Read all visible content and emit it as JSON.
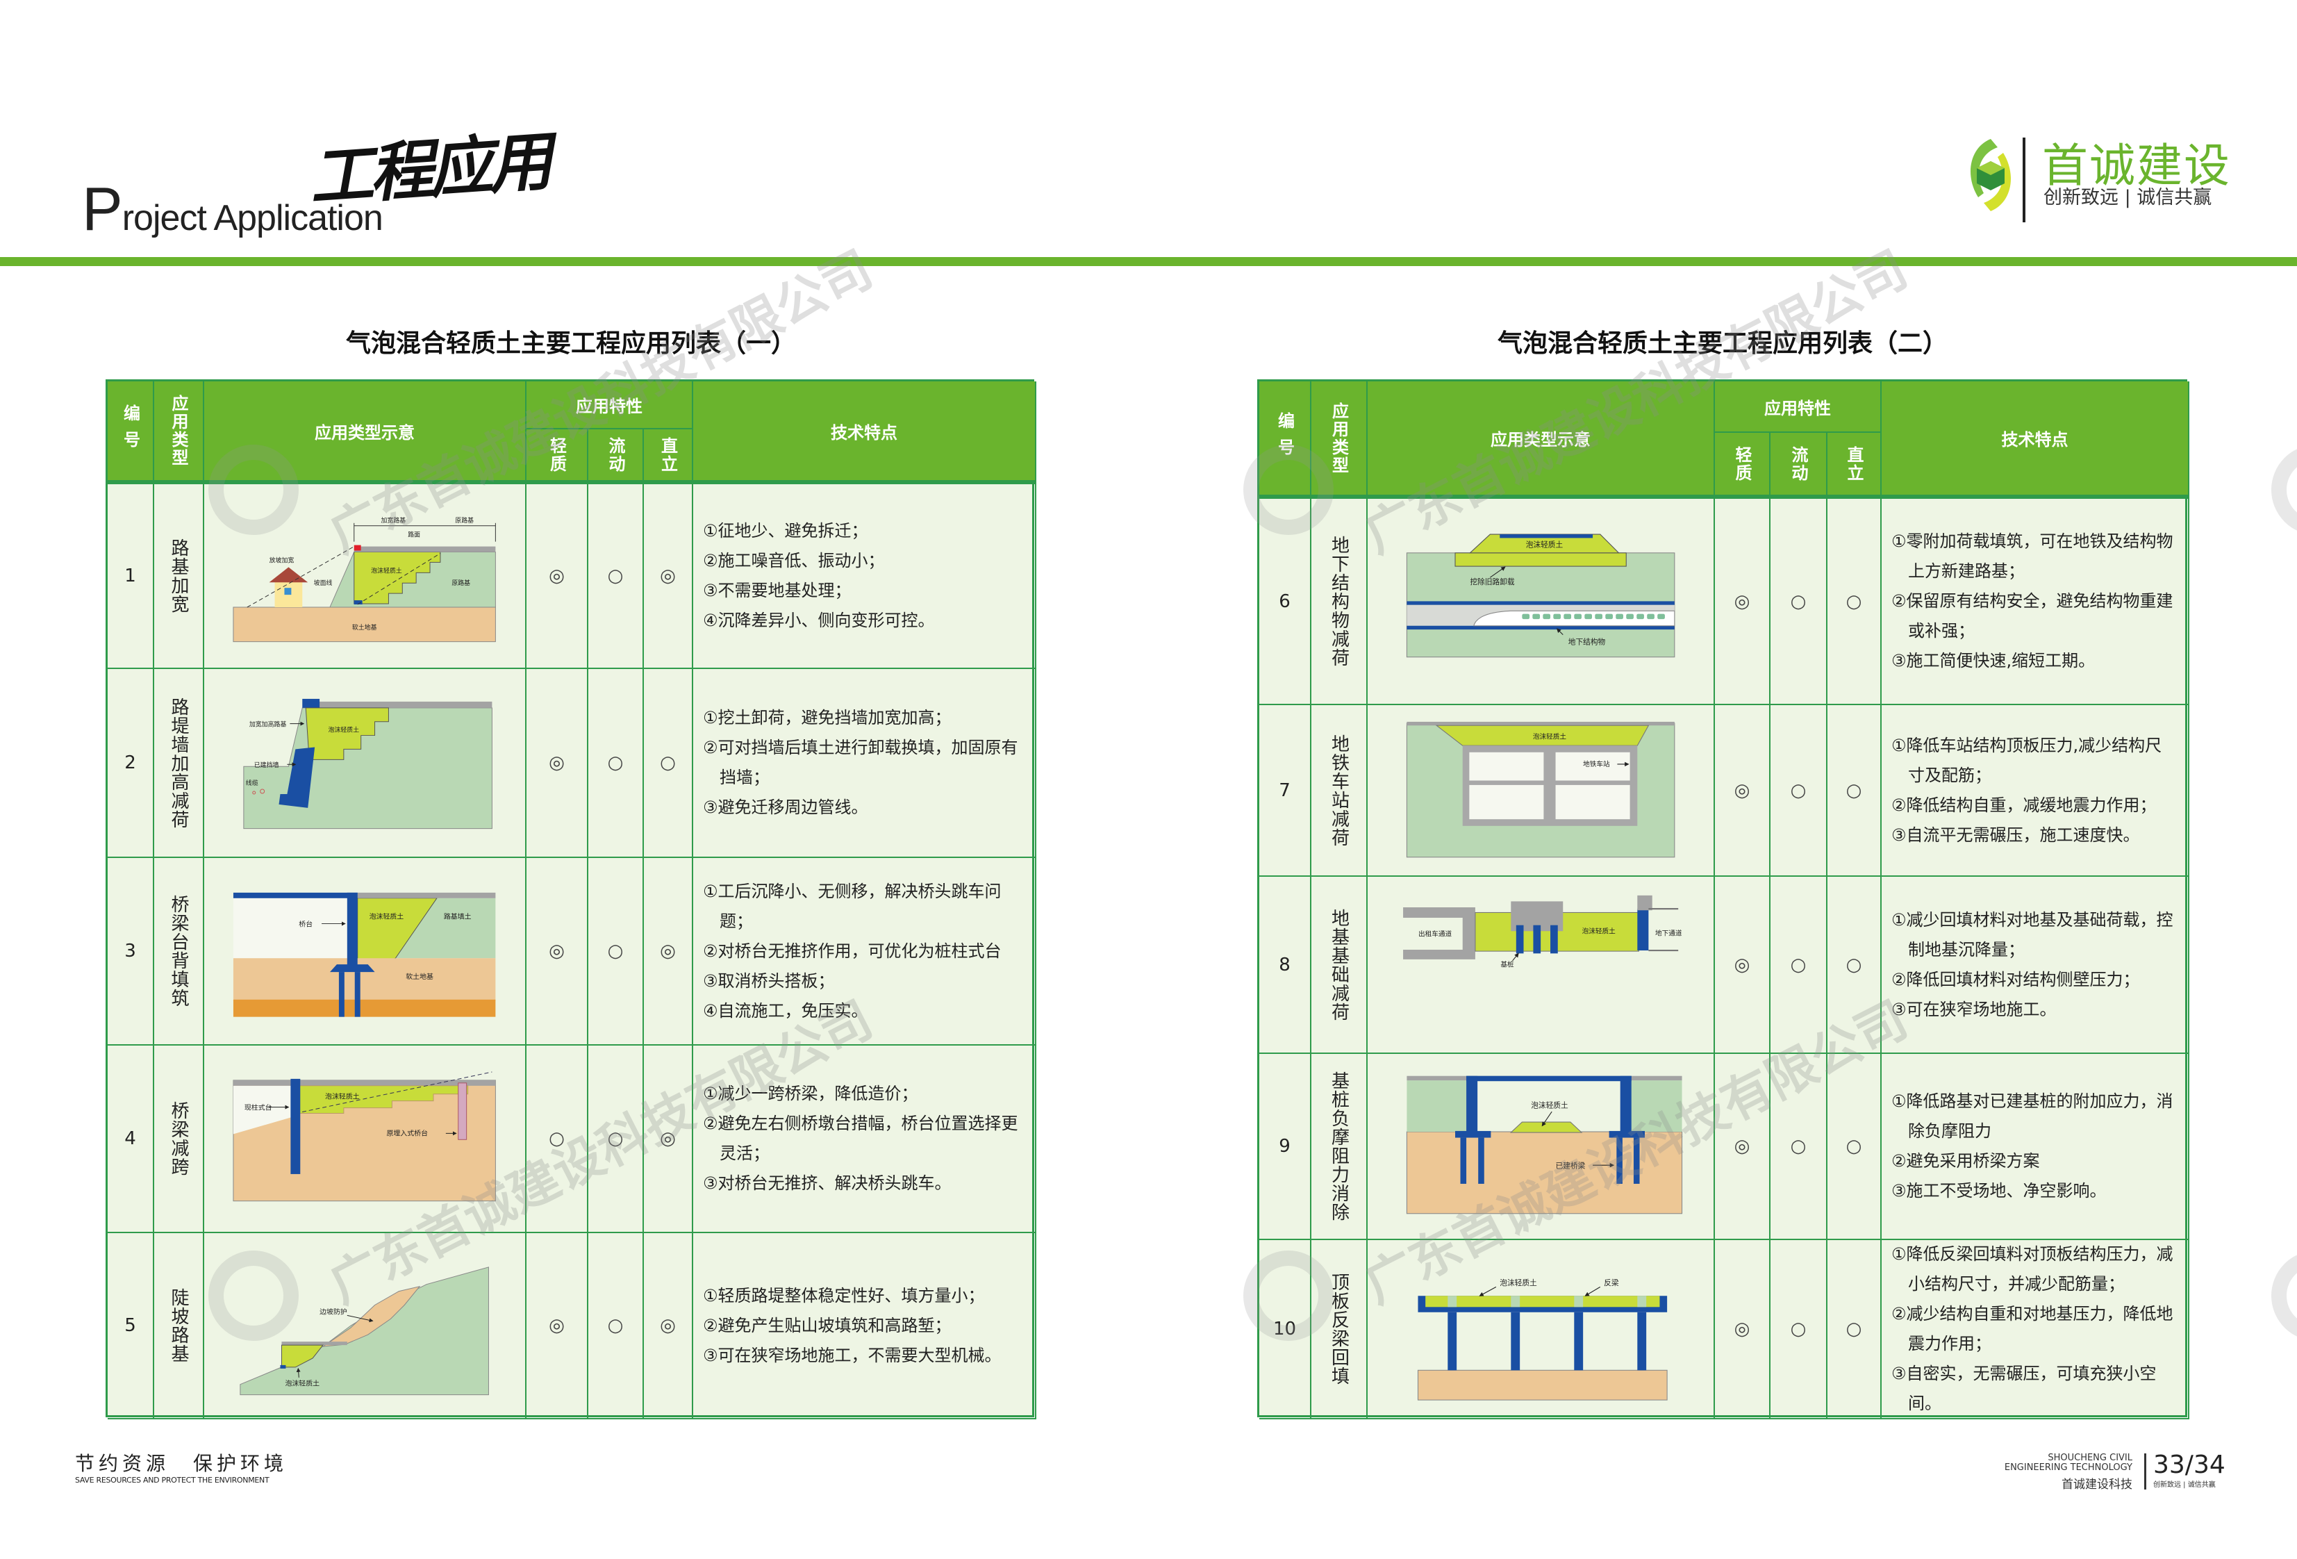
{
  "header": {
    "project_en": "roject Application",
    "project_en_initial": "P",
    "project_cn": "工程应用",
    "logo_name": "首诚建设",
    "logo_slogan": "创新致远 | 诚信共赢"
  },
  "watermark": "广东首诚建设科技有限公司",
  "colors": {
    "green": "#6ab42d",
    "border": "#2f9b4b",
    "cell_bg": "#eef5e4",
    "foam": "#c8dc3a",
    "soil": "#edc795",
    "subgrade": "#b9d8b4",
    "structure": "#1a4fa3"
  },
  "tables": [
    {
      "title": "气泡混合轻质土主要工程应用列表（一）",
      "headers": {
        "no": "编号",
        "type": "应用类型",
        "diagram": "应用类型示意",
        "props": "应用特性",
        "light": "轻质",
        "flow": "流动",
        "upright": "直立",
        "tech": "技术特点"
      },
      "rows": [
        {
          "no": "1",
          "type": "路基加宽",
          "marks": [
            "◎",
            "○",
            "◎"
          ],
          "tech": [
            "①征地少、避免拆迁；",
            "②施工噪音低、振动小；",
            "③不需要地基处理；",
            "④沉降差异小、侧向变形可控。"
          ],
          "labels": [
            "加宽路基",
            "原路基",
            "路面",
            "放坡加宽",
            "坡面线",
            "泡沫轻质土",
            "原路基",
            "软土地基"
          ]
        },
        {
          "no": "2",
          "type": "路堤墙加高减荷",
          "marks": [
            "◎",
            "○",
            "○"
          ],
          "tech": [
            "①挖土卸荷，避免挡墙加宽加高；",
            "②可对挡墙后填土进行卸载换填，加固原有挡墙；",
            "③避免迁移周边管线。"
          ],
          "labels": [
            "加宽加高路基",
            "泡沫轻质土",
            "已建挡墙",
            "线缆"
          ]
        },
        {
          "no": "3",
          "type": "桥梁台背填筑",
          "marks": [
            "◎",
            "○",
            "◎"
          ],
          "tech": [
            "①工后沉降小、无侧移，解决桥头跳车问题；",
            "②对桥台无推挤作用，可优化为桩柱式台",
            "③取消桥头搭板；",
            "④自流施工，免压实。"
          ],
          "labels": [
            "桥台",
            "泡沫轻质土",
            "路基填土",
            "软土地基"
          ]
        },
        {
          "no": "4",
          "type": "桥梁减跨",
          "marks": [
            "○",
            "○",
            "◎"
          ],
          "tech": [
            "①减少一跨桥梁，降低造价；",
            "②避免左右侧桥墩台措幅，桥台位置选择更灵活；",
            "③对桥台无推挤、解决桥头跳车。"
          ],
          "labels": [
            "泡沫轻质土",
            "现柱式台",
            "原埋入式桥台"
          ]
        },
        {
          "no": "5",
          "type": "陡坡路基",
          "marks": [
            "◎",
            "○",
            "◎"
          ],
          "tech": [
            "①轻质路堤整体稳定性好、填方量小；",
            "②避免产生贴山坡填筑和高路堑；",
            "③可在狭窄场地施工，不需要大型机械。"
          ],
          "labels": [
            "边坡防护",
            "泡沫轻质土"
          ]
        }
      ]
    },
    {
      "title": "气泡混合轻质土主要工程应用列表（二）",
      "headers": {
        "no": "编号",
        "type": "应用类型",
        "diagram": "应用类型示意",
        "props": "应用特性",
        "light": "轻质",
        "flow": "流动",
        "upright": "直立",
        "tech": "技术特点"
      },
      "rows": [
        {
          "no": "6",
          "type": "地下结构物减荷",
          "marks": [
            "◎",
            "○",
            "○"
          ],
          "tech": [
            "①零附加荷载填筑，可在地铁及结构物上方新建路基；",
            "②保留原有结构安全，避免结构物重建或补强；",
            "③施工简便快速,缩短工期。"
          ],
          "labels": [
            "泡沫轻质土",
            "挖除旧路卸载",
            "地下结构物"
          ]
        },
        {
          "no": "7",
          "type": "地铁车站减荷",
          "marks": [
            "◎",
            "○",
            "○"
          ],
          "tech": [
            "①降低车站结构顶板压力,减少结构尺寸及配筋；",
            "②降低结构自重，减缓地震力作用；",
            "③自流平无需碾压，施工速度快。"
          ],
          "labels": [
            "泡沫轻质土",
            "地铁车站"
          ]
        },
        {
          "no": "8",
          "type": "地基基础减荷",
          "marks": [
            "◎",
            "○",
            "○"
          ],
          "tech": [
            "①减少回填材料对地基及基础荷载，控制地基沉降量；",
            "②降低回填材料对结构侧壁压力；",
            "③可在狭窄场地施工。"
          ],
          "labels": [
            "出租车通道",
            "泡沫轻质土",
            "地下通道",
            "基桩"
          ]
        },
        {
          "no": "9",
          "type": "基桩负摩阻力消除",
          "marks": [
            "◎",
            "○",
            "○"
          ],
          "tech": [
            "①降低路基对已建基桩的附加应力，消除负摩阻力",
            "②避免采用桥梁方案",
            "③施工不受场地、净空影响。"
          ],
          "labels": [
            "泡沫轻质土",
            "已建桥梁"
          ]
        },
        {
          "no": "10",
          "type": "顶板反梁回填",
          "marks": [
            "◎",
            "○",
            "○"
          ],
          "tech": [
            "①降低反梁回填料对顶板结构压力，减小结构尺寸，并减少配筋量；",
            "②减少结构自重和对地基压力，降低地震力作用；",
            "③自密实，无需碾压，可填充狭小空间。"
          ],
          "labels": [
            "泡沫轻质土",
            "反梁"
          ]
        }
      ]
    }
  ],
  "footer": {
    "left_cn": "节约资源　保护环境",
    "left_en": "SAVE RESOURCES AND PROTECT THE ENVIRONMENT",
    "company_en_1": "SHOUCHENG CIVIL",
    "company_en_2": "ENGINEERING TECHNOLOGY",
    "company_cn": "首诚建设科技",
    "page": "33/34",
    "slogan": "创新致远 | 诚信共赢"
  }
}
